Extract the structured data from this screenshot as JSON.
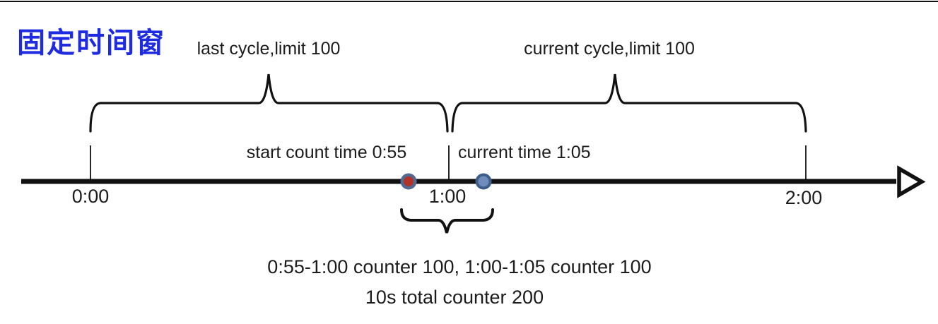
{
  "title": {
    "text": "固定时间窗",
    "color": "#1f2be0"
  },
  "cycles": {
    "last_cycle_label": "last cycle,limit 100",
    "current_cycle_label": "current cycle,limit 100"
  },
  "markers": {
    "start_count_label": "start count time 0:55",
    "current_time_label": "current time 1:05"
  },
  "timeline": {
    "ticks": [
      {
        "label": "0:00"
      },
      {
        "label": "1:00"
      },
      {
        "label": "2:00"
      }
    ]
  },
  "footer": {
    "counters_line": "0:55-1:00 counter 100, 1:00-1:05 counter 100",
    "total_line": "10s total counter 200"
  },
  "colors": {
    "title_text": "#1f2be0",
    "line": "#111111",
    "start_dot_ring": "#54698f",
    "start_dot_fill": "#b23227",
    "current_dot_ring": "#3f5d8a",
    "current_dot_fill": "#6f8dbb"
  }
}
